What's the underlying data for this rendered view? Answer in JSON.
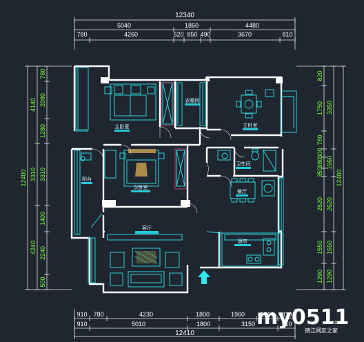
{
  "dims": {
    "top_total": "12340",
    "top_row1": [
      "5040",
      "1860",
      "4480"
    ],
    "top_row2": [
      "780",
      "4260",
      "520",
      "850",
      "490",
      "3670",
      "810"
    ],
    "bottom_row1": [
      "910",
      "780",
      "4230",
      "1800",
      "1960",
      "1200",
      "810"
    ],
    "bottom_row2": [
      "910",
      "5010",
      "1800",
      "3150",
      "810"
    ],
    "bottom_total": "12410",
    "left_total": "12400",
    "left_outer": [
      "4140",
      "3310",
      "4240"
    ],
    "left_inner": [
      "780",
      "2080",
      "1280",
      "3310",
      "1400",
      "2240",
      "500"
    ],
    "right_total": "12400",
    "right_outer": [
      "3350",
      "1560",
      "2620",
      "1550",
      "1290"
    ],
    "right_inner": [
      "820",
      "1750",
      "780",
      "300",
      "380",
      "350",
      "2620",
      "1550",
      "1290"
    ]
  },
  "rooms": {
    "master_bedroom": "主卧室",
    "cloakroom": "衣帽间",
    "bedroom2": "主卧室",
    "second_bedroom": "次卧室",
    "balcony": "阳台",
    "bathroom": "卫生间",
    "dining": "餐厅",
    "living": "客厅",
    "kitchen": "厨房"
  },
  "watermark": {
    "brand": "my0511",
    "domain": ".com",
    "tagline": "镇江网友之家"
  },
  "colors": {
    "background": "#1f2630",
    "wall": "#ffffff",
    "furniture": "#2ee6ee",
    "dimension_vertical": "#7cff3a",
    "dimension_line": "#e8e8e8",
    "label_bar": "#27c8d8"
  }
}
